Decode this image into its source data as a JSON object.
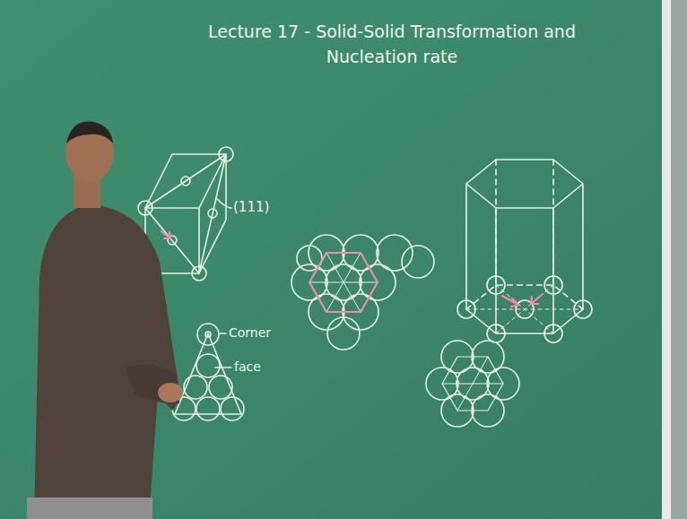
{
  "diagram": {
    "title": "Lecture 17 - Solid-Solid Transformation and Nucleation rate",
    "labels": [
      "(111)",
      "Corner",
      "face"
    ]
  }
}
